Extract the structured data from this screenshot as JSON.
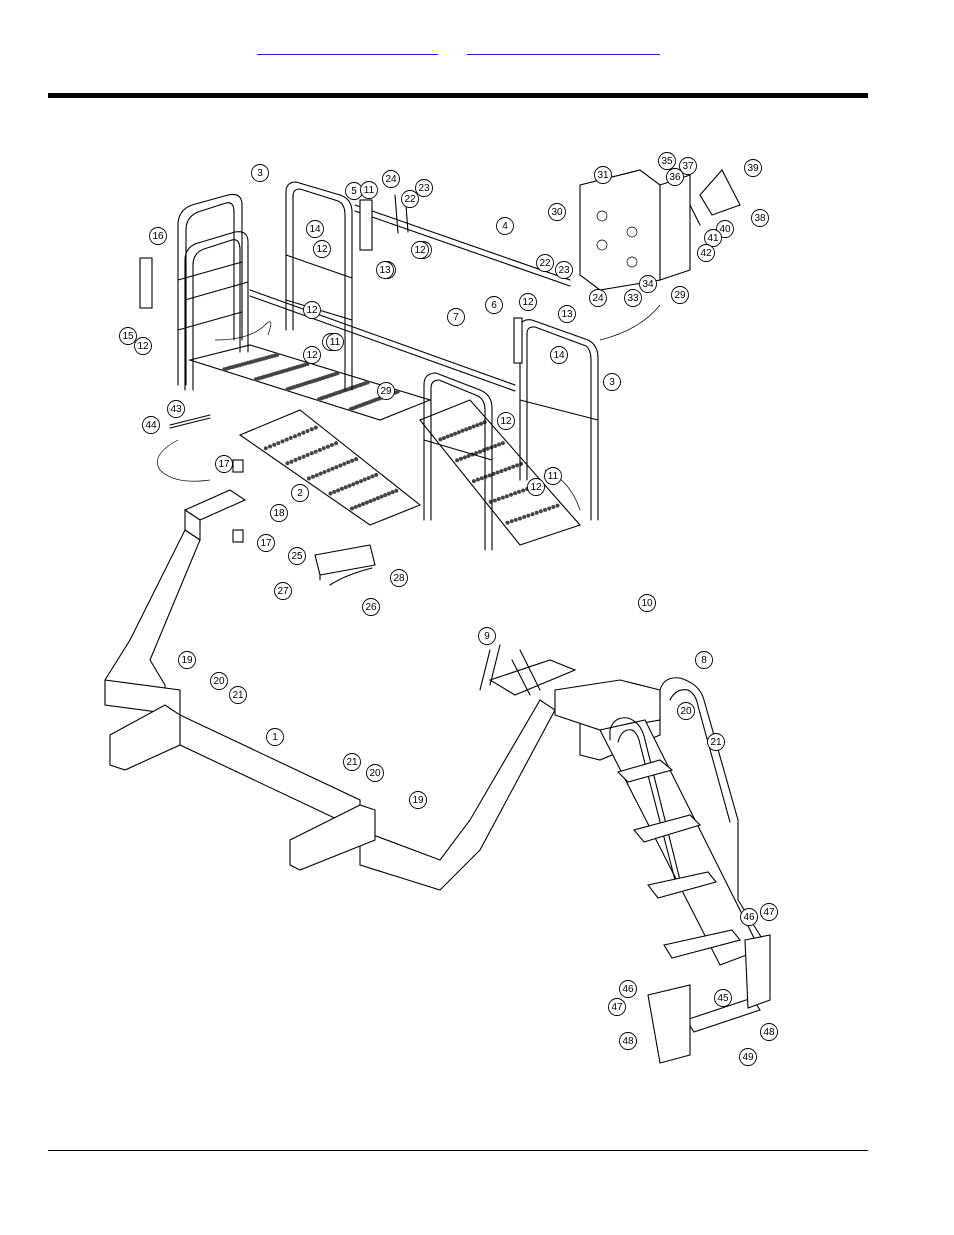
{
  "header": {
    "links": [
      "",
      ""
    ]
  },
  "callouts": [
    "1",
    "2",
    "3",
    "3",
    "4",
    "5",
    "6",
    "7",
    "8",
    "9",
    "10",
    "11",
    "11",
    "11",
    "11",
    "11",
    "12",
    "12",
    "12",
    "12",
    "12",
    "12",
    "12",
    "12",
    "12",
    "13",
    "13",
    "14",
    "14",
    "15",
    "16",
    "17",
    "17",
    "18",
    "19",
    "19",
    "20",
    "20",
    "20",
    "21",
    "21",
    "21",
    "22",
    "22",
    "23",
    "23",
    "24",
    "24",
    "25",
    "26",
    "27",
    "28",
    "29",
    "29",
    "30",
    "31",
    "33",
    "34",
    "35",
    "36",
    "37",
    "38",
    "39",
    "40",
    "41",
    "42",
    "43",
    "44",
    "45",
    "46",
    "46",
    "47",
    "47",
    "48",
    "48",
    "49"
  ]
}
